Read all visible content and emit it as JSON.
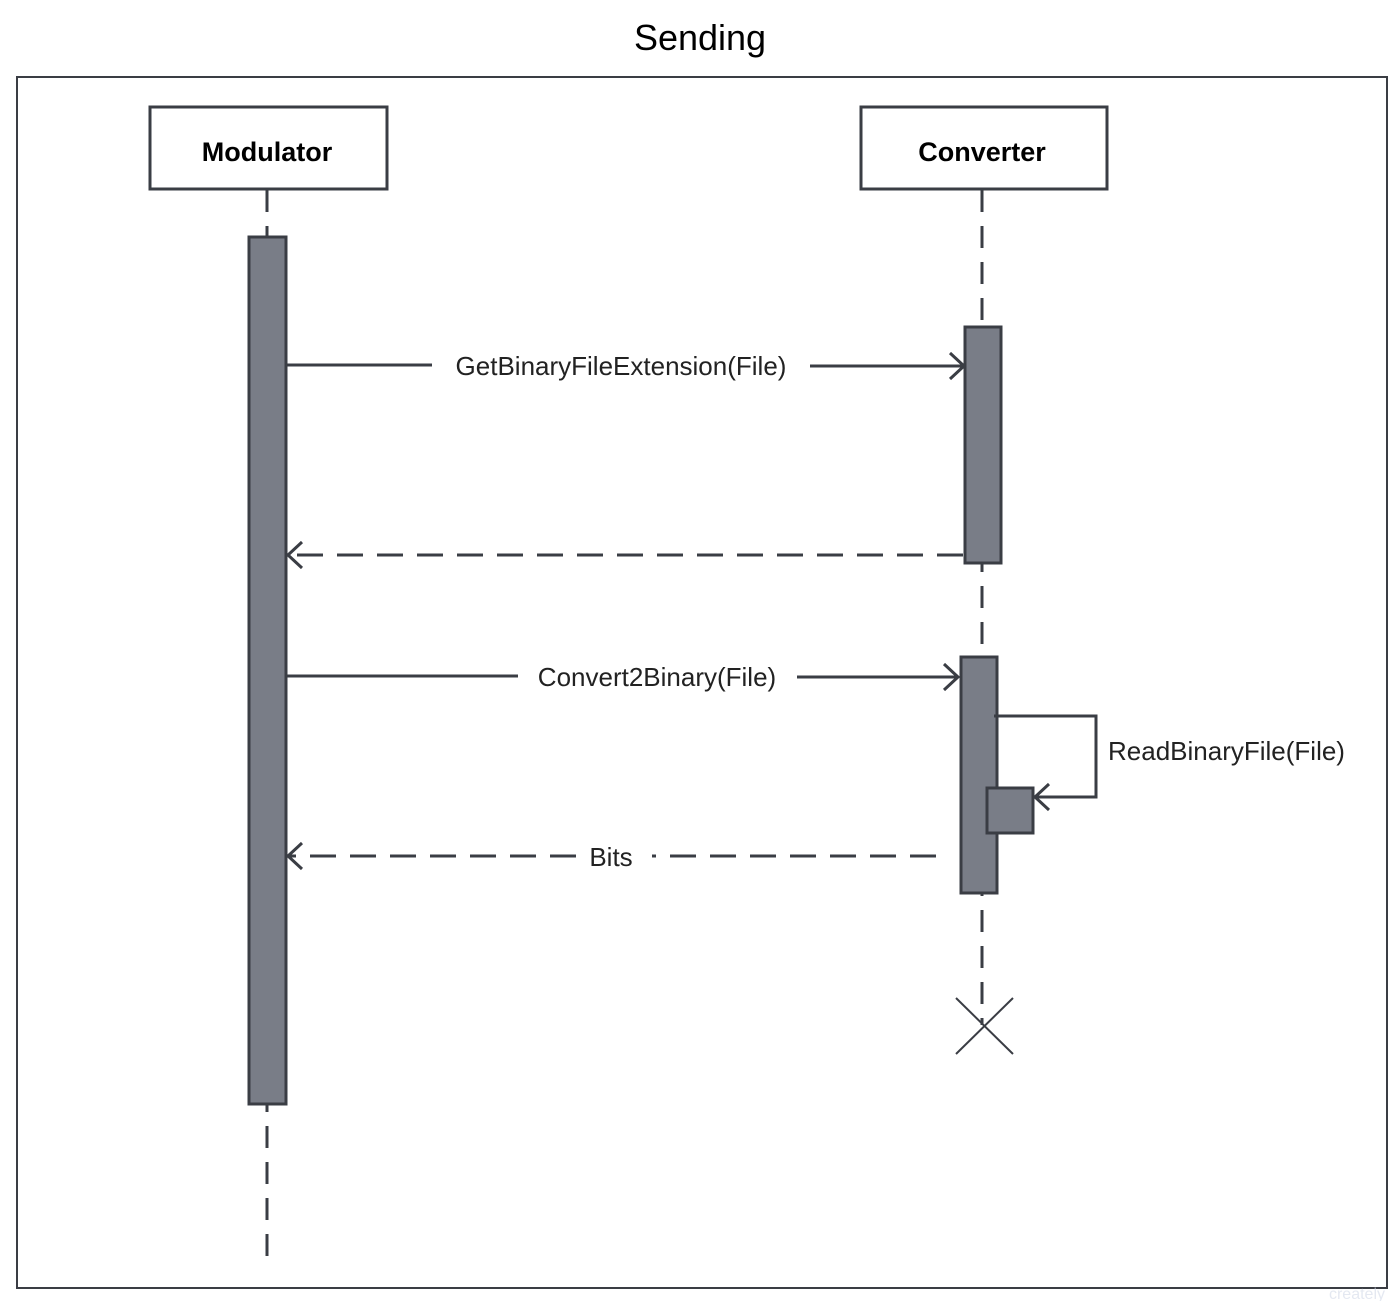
{
  "title": "Sending",
  "colors": {
    "stroke": "#3a3d44",
    "activation_fill": "#797d87",
    "box_fill": "#ffffff",
    "text": "#000000"
  },
  "lifelines": [
    {
      "id": "modulator",
      "label": "Modulator"
    },
    {
      "id": "converter",
      "label": "Converter"
    }
  ],
  "messages": [
    {
      "id": "msg-1",
      "label": "GetBinaryFileExtension(File)",
      "from": "Modulator",
      "to": "Converter",
      "kind": "synchronous"
    },
    {
      "id": "msg-2",
      "label": "",
      "from": "Converter",
      "to": "Modulator",
      "kind": "return"
    },
    {
      "id": "msg-3",
      "label": "Convert2Binary(File)",
      "from": "Modulator",
      "to": "Converter",
      "kind": "synchronous"
    },
    {
      "id": "msg-4",
      "label": "ReadBinaryFile(File)",
      "from": "Converter",
      "to": "Converter",
      "kind": "self"
    },
    {
      "id": "msg-5",
      "label": "Bits",
      "from": "Converter",
      "to": "Modulator",
      "kind": "return"
    }
  ],
  "destruction": {
    "lifeline": "Converter",
    "icon": "x-destroy-icon"
  },
  "watermark": "creately"
}
